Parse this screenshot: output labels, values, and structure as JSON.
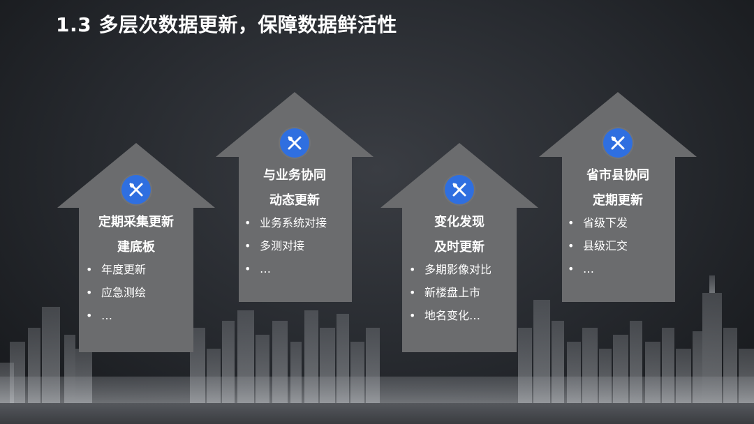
{
  "slide": {
    "title": "1.3 多层次数据更新，保障数据鲜活性"
  },
  "colors": {
    "background": "#26292e",
    "house": "#6b6c6e",
    "icon_circle": "#2f6fe0",
    "text": "#ffffff"
  },
  "houses": [
    {
      "icon": "tools-icon",
      "heading_lines": [
        "定期采集更新",
        "建底板"
      ],
      "bullets": [
        "年度更新",
        "应急测绘",
        "…"
      ]
    },
    {
      "icon": "tools-icon",
      "heading_lines": [
        "与业务协同",
        "动态更新"
      ],
      "bullets": [
        "业务系统对接",
        "多测对接",
        "…"
      ]
    },
    {
      "icon": "tools-icon",
      "heading_lines": [
        "变化发现",
        "及时更新"
      ],
      "bullets": [
        "多期影像对比",
        "新楼盘上市",
        "地名变化…"
      ]
    },
    {
      "icon": "tools-icon",
      "heading_lines": [
        "省市县协同",
        "定期更新"
      ],
      "bullets": [
        "省级下发",
        "县级汇交",
        "…"
      ]
    }
  ]
}
